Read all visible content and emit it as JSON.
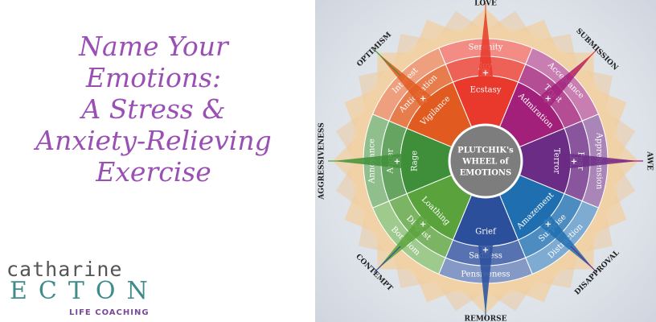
{
  "heading": {
    "line1": "Name Your",
    "line2": "Emotions:",
    "line3": "A Stress &",
    "line4": "Anxiety-Relieving",
    "line5": "Exercise"
  },
  "logo": {
    "line1": "catharine",
    "line2": "ECTON",
    "line3": "LIFE COACHING"
  },
  "wheel": {
    "center_line1": "PLUTCHIK's",
    "center_line2": "WHEEL of",
    "center_line3": "EMOTIONS",
    "sectors": [
      {
        "outer": "Serenity",
        "middle": "Joy",
        "inner": "Ecstasy",
        "color": "#e8392c"
      },
      {
        "outer": "Acceptance",
        "middle": "Trust",
        "inner": "Admiration",
        "color": "#a2207a"
      },
      {
        "outer": "Apprehension",
        "middle": "Fear",
        "inner": "Terror",
        "color": "#6b2c85"
      },
      {
        "outer": "Distraction",
        "middle": "Surprise",
        "inner": "Amazement",
        "color": "#1f6fb0"
      },
      {
        "outer": "Pensiveness",
        "middle": "Sadness",
        "inner": "Grief",
        "color": "#2c4f9c"
      },
      {
        "outer": "Boredom",
        "middle": "Disgust",
        "inner": "Loathing",
        "color": "#5aa33c"
      },
      {
        "outer": "Annoyance",
        "middle": "Anger",
        "inner": "Rage",
        "color": "#3f8f3a"
      },
      {
        "outer": "Interest",
        "middle": "Anticipation",
        "inner": "Vigilance",
        "color": "#e15b20"
      }
    ],
    "dyads": [
      "LOVE",
      "SUBMISSION",
      "AWE",
      "DISAPPROVAL",
      "REMORSE",
      "CONTEMPT",
      "AGGRESSIVENESS",
      "OPTIMISM"
    ],
    "plus_sign": "+"
  }
}
